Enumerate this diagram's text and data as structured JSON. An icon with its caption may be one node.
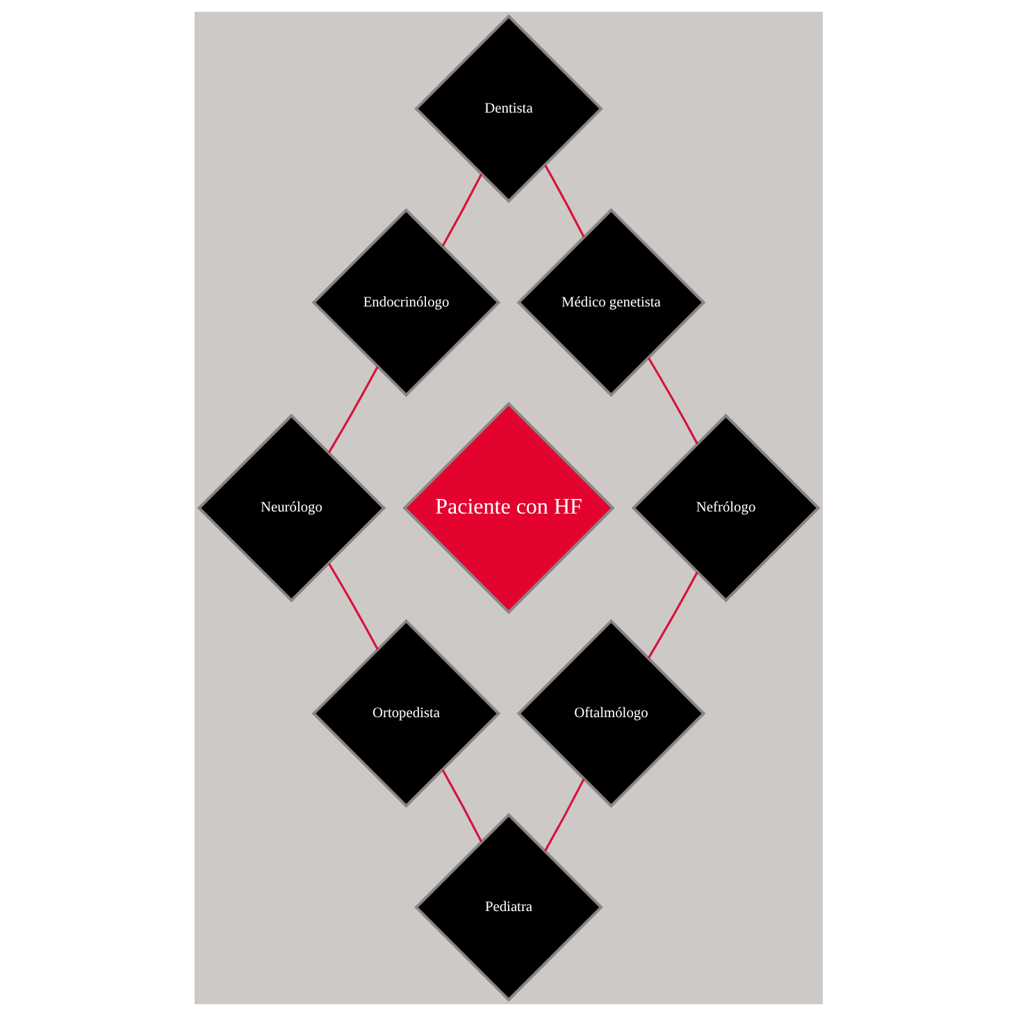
{
  "diagram": {
    "nodes": [
      {
        "text": [
          "Dentista"
        ]
      },
      {
        "text": [
          "Endocrinólogo"
        ]
      },
      {
        "text": [
          "Médico genetista"
        ]
      },
      {
        "text": [
          "Neurólogo"
        ]
      },
      {
        "text": [
          "Paciente con HF"
        ]
      },
      {
        "text": [
          "Nefrólogo"
        ]
      },
      {
        "text": [
          "Ortopedista"
        ]
      },
      {
        "text": [
          "Oftalmólogo"
        ]
      },
      {
        "text": [
          "Pediatra"
        ]
      }
    ],
    "edges": [
      {
        "from": 0,
        "to": 2,
        "arrow": "none"
      },
      {
        "from": 2,
        "to": 5,
        "arrow": "none"
      },
      {
        "from": 5,
        "to": 7,
        "arrow": "none"
      },
      {
        "from": 7,
        "to": 8,
        "arrow": "none"
      },
      {
        "from": 8,
        "to": 6,
        "arrow": "none"
      },
      {
        "from": 6,
        "to": 3,
        "arrow": "none"
      },
      {
        "from": 3,
        "to": 1,
        "arrow": "none"
      },
      {
        "from": 1,
        "to": 0,
        "arrow": "none"
      }
    ]
  }
}
